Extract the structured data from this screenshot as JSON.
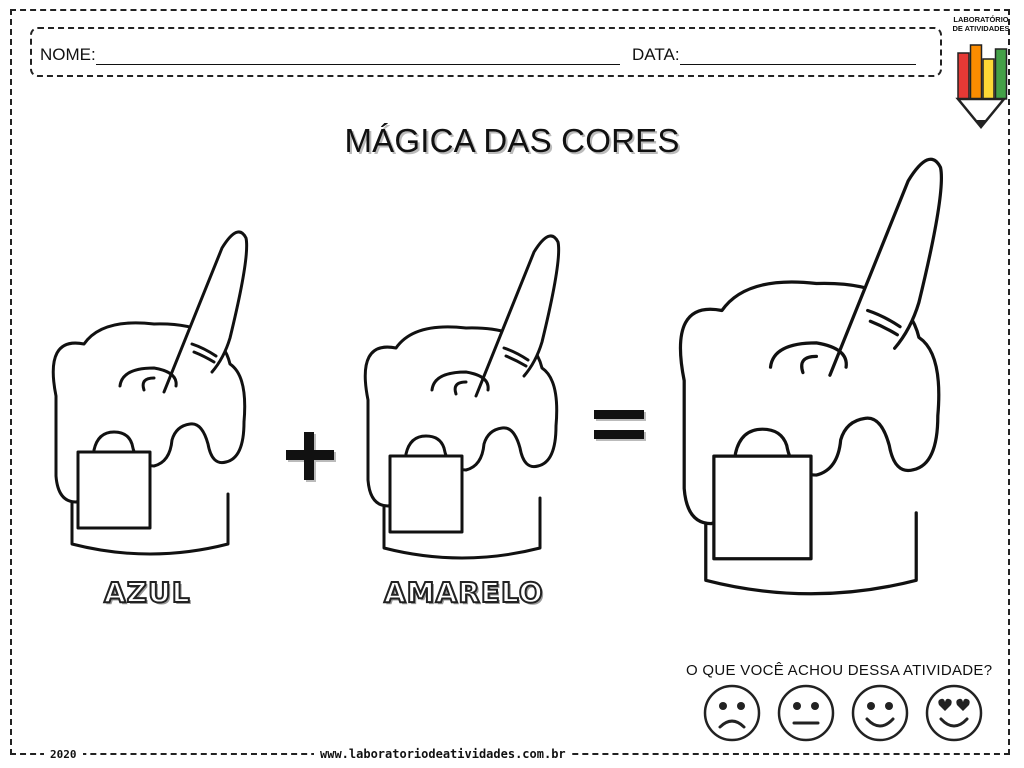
{
  "header": {
    "name_label": "NOME:",
    "date_label": "DATA:"
  },
  "title": "MÁGICA DAS CORES",
  "logo": {
    "line1": "LABORATÓRIO",
    "line2": "DE ATIVIDADES",
    "pencil_colors": [
      "#e53935",
      "#fb8c00",
      "#fdd835",
      "#43a047"
    ]
  },
  "paints": [
    {
      "label": "AZUL"
    },
    {
      "label": "AMARELO"
    },
    {
      "label": ""
    }
  ],
  "operators": {
    "plus": "+",
    "equals": "="
  },
  "feedback": {
    "question": "O QUE VOCÊ ACHOU DESSA ATIVIDADE?",
    "faces": [
      "sad-face-icon",
      "neutral-face-icon",
      "happy-face-icon",
      "love-face-icon"
    ]
  },
  "footer": {
    "year": "2020",
    "url": "www.laboratoriodeatividades.com.br"
  }
}
